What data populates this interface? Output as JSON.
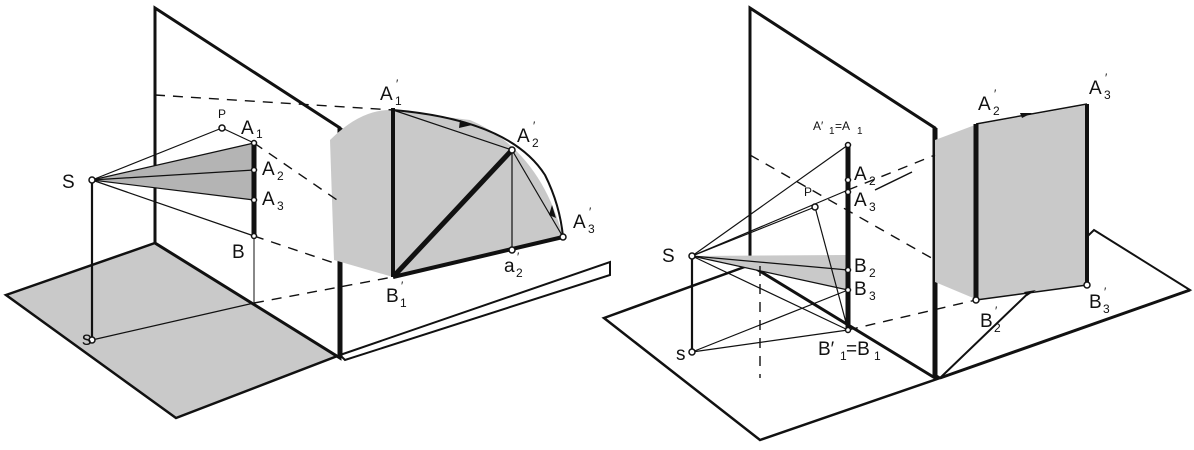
{
  "colors": {
    "ink": "#111111",
    "shade": "#c9c9c9",
    "shade_dark": "#b4b4b4",
    "paper": "#ffffff"
  },
  "left_figure": {
    "labels": {
      "S": "S",
      "s": "s",
      "P": "P",
      "A": "A",
      "A_sub1": "1",
      "A2": "A",
      "A2_sub": "2",
      "A3": "A",
      "A3_sub": "3",
      "B": "B",
      "A1p": "A",
      "A1p_sub": "1",
      "A1p_prime": "′",
      "A2p": "A",
      "A2p_sub": "2",
      "A2p_prime": "′",
      "A3p": "A",
      "A3p_sub": "3",
      "A3p_prime": "′",
      "a2p": "a",
      "a2p_sub": "2",
      "a2p_prime": "′",
      "B1p": "B",
      "B1p_sub": "1",
      "B1p_prime": "′"
    }
  },
  "right_figure": {
    "labels": {
      "S": "S",
      "s": "s",
      "P": "P",
      "A1eq": "A′",
      "A1eq_sub": "1",
      "A1eq_eq": "=A",
      "A1eq_sub2": "1",
      "A2": "A",
      "A2_sub": "2",
      "A3": "A",
      "A3_sub": "3",
      "B2": "B",
      "B2_sub": "2",
      "B3": "B",
      "B3_sub": "3",
      "B1eq": "B′",
      "B1eq_sub": "1",
      "B1eq_eq": "=B",
      "B1eq_sub2": "1",
      "A2p": "A",
      "A2p_sub": "2",
      "A2p_prime": "′",
      "A3p": "A",
      "A3p_sub": "3",
      "A3p_prime": "′",
      "B2p": "B",
      "B2p_sub": "2",
      "B2p_prime": "′",
      "B3p": "B",
      "B3p_sub": "3",
      "B3p_prime": "′"
    }
  }
}
